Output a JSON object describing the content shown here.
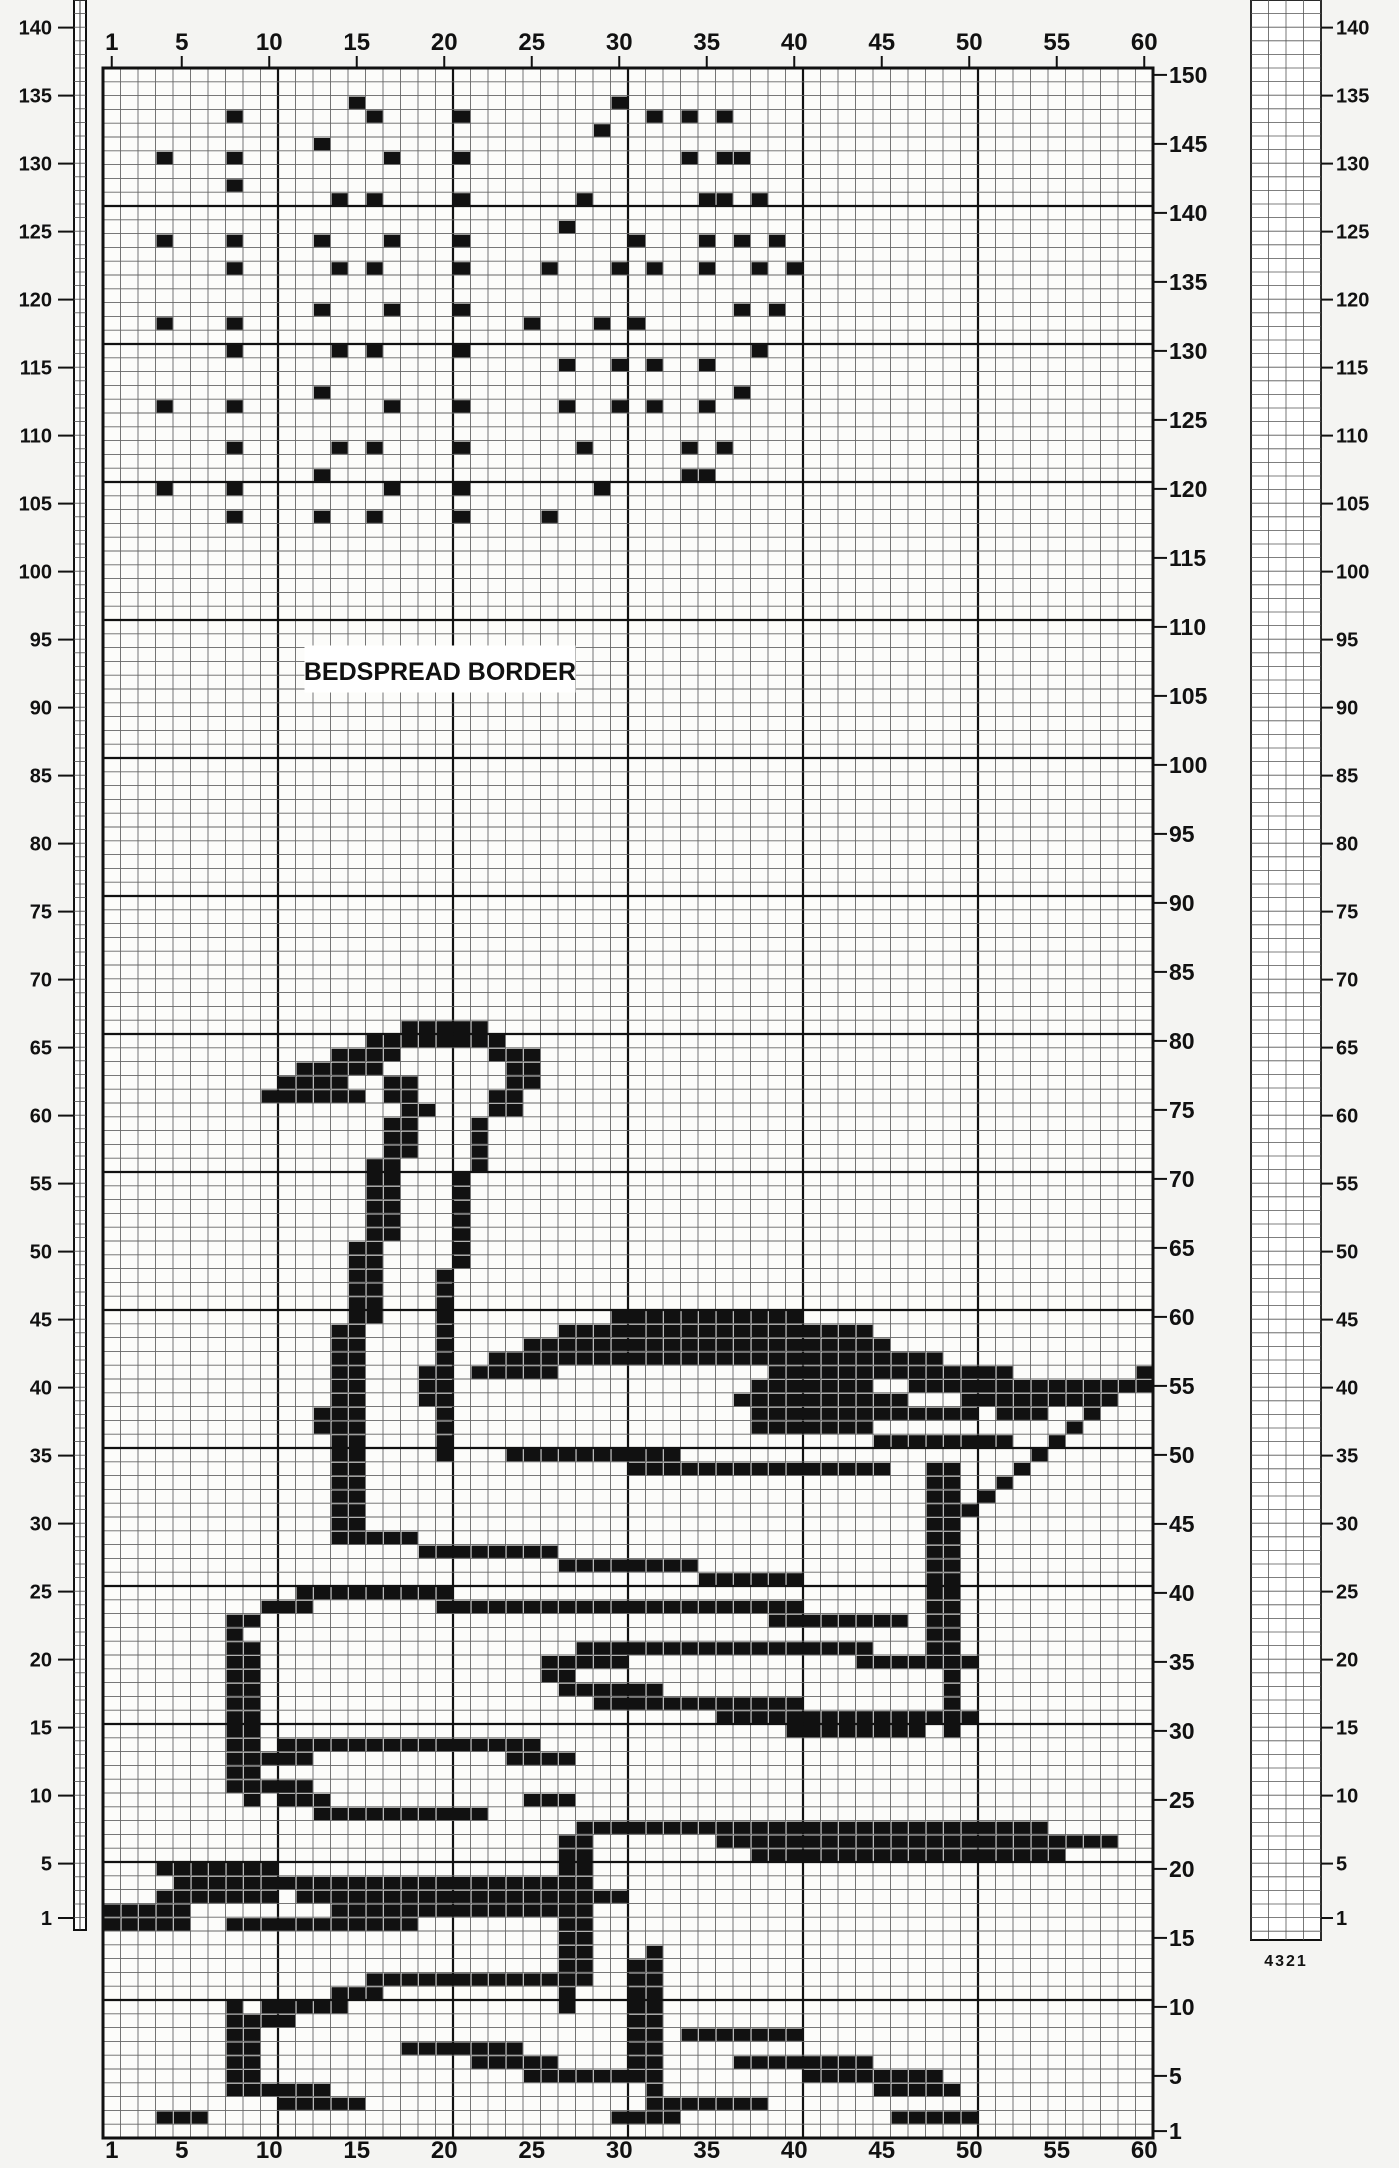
{
  "title": "BEDSPREAD BORDER",
  "colors": {
    "paper": "#f4f4f2",
    "ink": "#111111",
    "grid": "#555555",
    "label_bg": "#ffffff"
  },
  "main_chart": {
    "columns": 60,
    "rows": 150,
    "top_col_ticks": [
      "1",
      "5",
      "10",
      "15",
      "20",
      "25",
      "30",
      "35",
      "40",
      "45",
      "50",
      "55",
      "60"
    ],
    "bottom_col_ticks": [
      "1",
      "5",
      "10",
      "15",
      "20",
      "25",
      "30",
      "35",
      "40",
      "45",
      "50",
      "55",
      "60"
    ],
    "right_row_ticks": [
      "150",
      "145",
      "140",
      "135",
      "130",
      "125",
      "120",
      "115",
      "110",
      "105",
      "100",
      "95",
      "90",
      "85",
      "80",
      "75",
      "70",
      "65",
      "60",
      "55",
      "50",
      "45",
      "40",
      "35",
      "30",
      "25",
      "20",
      "15",
      "10",
      "5",
      "1"
    ]
  },
  "left_strip": {
    "ticks": [
      "140",
      "135",
      "130",
      "125",
      "120",
      "115",
      "110",
      "105",
      "100",
      "95",
      "90",
      "85",
      "80",
      "75",
      "70",
      "65",
      "60",
      "55",
      "50",
      "45",
      "40",
      "35",
      "30",
      "25",
      "20",
      "15",
      "10",
      "5",
      "1"
    ]
  },
  "right_strip": {
    "columns": 4,
    "column_labels": "4321",
    "ticks": [
      "140",
      "135",
      "130",
      "125",
      "120",
      "115",
      "110",
      "105",
      "100",
      "95",
      "90",
      "85",
      "80",
      "75",
      "70",
      "65",
      "60",
      "55",
      "50",
      "45",
      "40",
      "35",
      "30",
      "25",
      "20",
      "15",
      "10",
      "5",
      "1"
    ]
  }
}
